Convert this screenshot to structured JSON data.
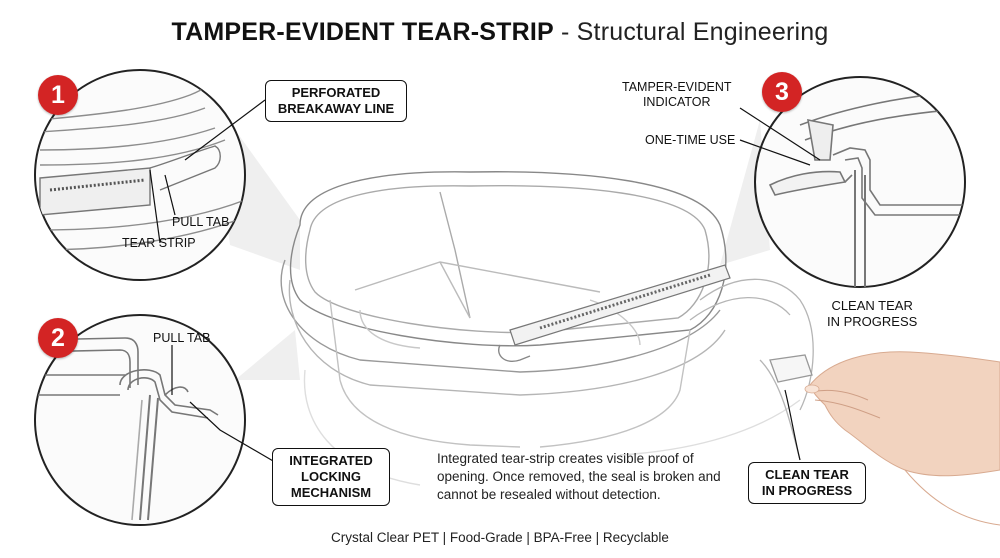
{
  "title": {
    "bold": "TAMPER-EVIDENT TEAR-STRIP",
    "rest": " - Structural Engineering"
  },
  "badges": [
    "1",
    "2",
    "3"
  ],
  "callouts": {
    "perforated": "PERFORATED\nBREAKAWAY LINE",
    "integrated": "INTEGRATED\nLOCKING\nMECHANISM",
    "clean_tear_box": "CLEAN TEAR\nIN PROGRESS"
  },
  "labels": {
    "pull_tab_1": "PULL TAB",
    "tear_strip": "TEAR STRIP",
    "pull_tab_2": "PULL TAB",
    "tamper_indicator": "TAMPER-EVIDENT\nINDICATOR",
    "one_time_use": "ONE-TIME USE",
    "clean_tear_plain": "CLEAN TEAR\nIN PROGRESS"
  },
  "description": "Integrated tear-strip creates visible proof of opening. Once removed, the seal is broken and cannot be resealed without detection.",
  "footer": "Crystal Clear PET | Food-Grade | BPA-Free | Recyclable",
  "colors": {
    "badge_red": "#d32424",
    "outline": "#111111"
  }
}
